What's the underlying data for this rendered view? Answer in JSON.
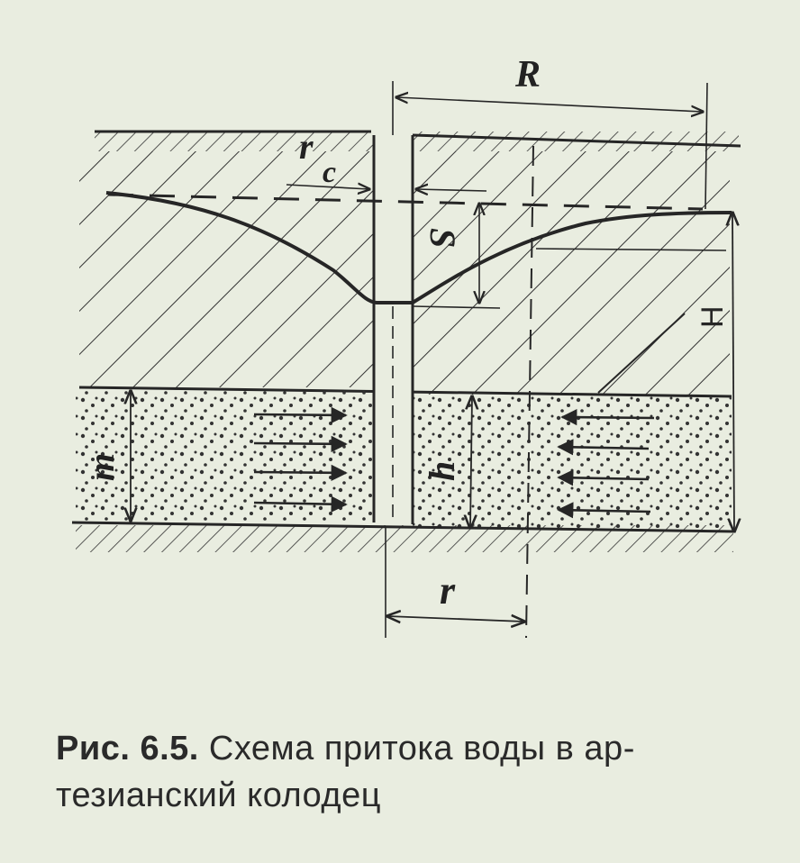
{
  "diagram": {
    "labels": {
      "R": "R",
      "rc_main": "r",
      "rc_sub": "c",
      "S": "S",
      "H": "H",
      "m": "m",
      "h": "h",
      "r": "r"
    }
  },
  "caption": {
    "number": "Рис. 6.5.",
    "text_line1": "Схема притока воды в ар-",
    "text_line2": "тезианский колодец"
  },
  "colors": {
    "ink": "#262626",
    "paper": "#e9ede0"
  }
}
